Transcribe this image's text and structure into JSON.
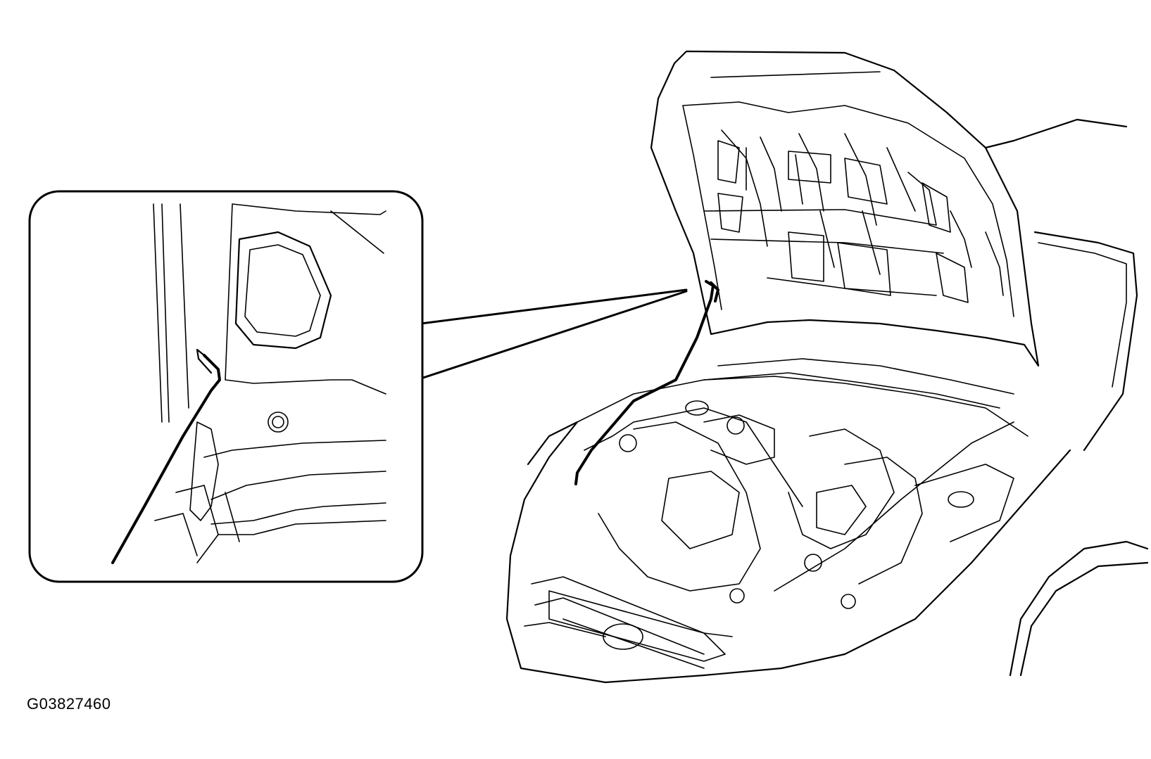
{
  "figure": {
    "id_label": "G03827460"
  },
  "parts": {
    "inset": "inset-detail-view",
    "strut": "hood-support-rod",
    "car": "vehicle-front-hood-open"
  }
}
